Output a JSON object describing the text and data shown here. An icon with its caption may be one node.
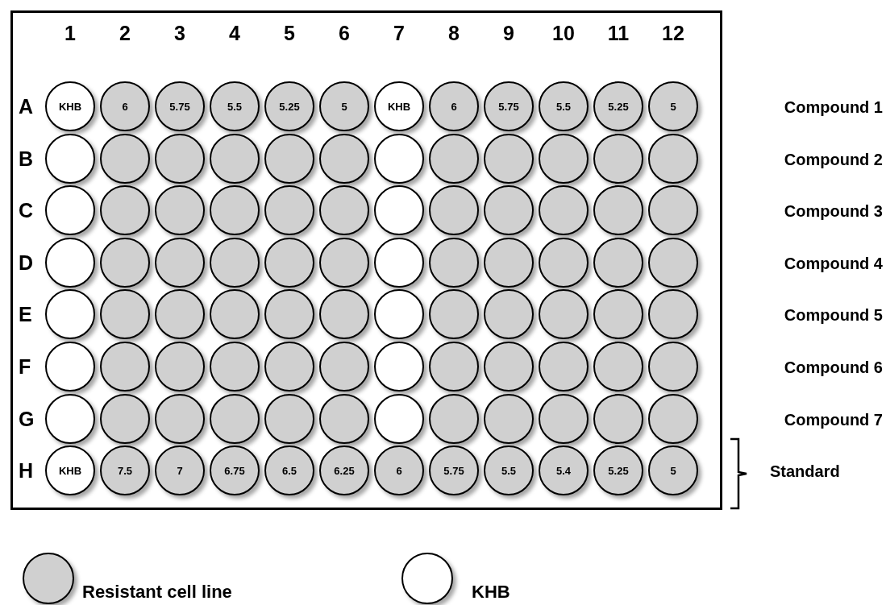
{
  "diagram": {
    "nodes": [
      {
        "text": [],
        "shape": "box"
      },
      {
        "text": [
          "KHB"
        ],
        "in": 0
      },
      {
        "text": [
          "6"
        ],
        "in": 0
      },
      {
        "text": [
          "5.75"
        ],
        "in": 0
      },
      {
        "text": [
          "5.5"
        ],
        "in": 0
      },
      {
        "text": [
          "5.25"
        ],
        "in": 0
      },
      {
        "text": [
          "5"
        ],
        "in": 0
      },
      {
        "text": [
          "KHB"
        ],
        "in": 0
      },
      {
        "text": [
          "6"
        ],
        "in": 0
      },
      {
        "text": [
          "5.75"
        ],
        "in": 0
      },
      {
        "text": [
          "5.5"
        ],
        "in": 0
      },
      {
        "text": [
          "5.25"
        ],
        "in": 0
      },
      {
        "text": [
          "5"
        ],
        "in": 0
      },
      {
        "text": [],
        "shape": "circle",
        "in": 0
      },
      {
        "text": [],
        "shape": "circle",
        "in": 0
      },
      {
        "text": [],
        "shape": "circle",
        "in": 0
      },
      {
        "text": [],
        "shape": "circle",
        "in": 0
      },
      {
        "text": [],
        "shape": "circle",
        "in": 0
      },
      {
        "text": [],
        "shape": "circle",
        "in": 0
      },
      {
        "text": [],
        "shape": "circle",
        "in": 0
      },
      {
        "text": [],
        "shape": "circle",
        "in": 0
      },
      {
        "text": [],
        "shape": "circle",
        "in": 0
      },
      {
        "text": [],
        "shape": "circle",
        "in": 0
      },
      {
        "text": [],
        "shape": "circle",
        "in": 0
      },
      {
        "text": [],
        "shape": "circle",
        "in": 0
      },
      {
        "text": [],
        "shape": "circle",
        "in": 0
      },
      {
        "text": [],
        "shape": "circle",
        "in": 0
      },
      {
        "text": [],
        "shape": "circle",
        "in": 0
      },
      {
        "text": [],
        "shape": "circle",
        "in": 0
      },
      {
        "text": [],
        "shape": "circle",
        "in": 0
      },
      {
        "text": [],
        "shape": "circle",
        "in": 0
      },
      {
        "text": [],
        "shape": "circle",
        "in": 0
      },
      {
        "text": [],
        "shape": "circle",
        "in": 0
      },
      {
        "text": [],
        "shape": "circle",
        "in": 0
      },
      {
        "text": [],
        "shape": "circle",
        "in": 0
      },
      {
        "text": [],
        "shape": "circle",
        "in": 0
      },
      {
        "text": [],
        "shape": "circle",
        "in": 0
      },
      {
        "text": [],
        "shape": "circle",
        "in": 0
      },
      {
        "text": [],
        "shape": "circle",
        "in": 0
      },
      {
        "text": [],
        "shape": "circle",
        "in": 0
      },
      {
        "text": [],
        "shape": "circle",
        "in": 0
      },
      {
        "text": [],
        "shape": "circle",
        "in": 0
      },
      {
        "text": [],
        "shape": "circle",
        "in": 0
      },
      {
        "text": [],
        "shape": "circle",
        "in": 0
      },
      {
        "text": [],
        "shape": "circle",
        "in": 0
      },
      {
        "text": [],
        "shape": "circle",
        "in": 0
      },
      {
        "text": [],
        "shape": "circle",
        "in": 0
      },
      {
        "text": [],
        "shape": "circle",
        "in": 0
      },
      {
        "text": [],
        "shape": "circle",
        "in": 0
      },
      {
        "text": [],
        "shape": "circle",
        "in": 0
      },
      {
        "text": [],
        "shape": "circle",
        "in": 0
      },
      {
        "text": [],
        "shape": "circle",
        "in": 0
      },
      {
        "text": [],
        "shape": "circle",
        "in": 0
      },
      {
        "text": [],
        "shape": "circle",
        "in": 0
      },
      {
        "text": [],
        "shape": "circle",
        "in": 0
      },
      {
        "text": [],
        "shape": "circle",
        "in": 0
      },
      {
        "text": [],
        "shape": "circle",
        "in": 0
      },
      {
        "text": [],
        "shape": "circle",
        "in": 0
      },
      {
        "text": [],
        "shape": "circle",
        "in": 0
      },
      {
        "text": [],
        "shape": "circle",
        "in": 0
      },
      {
        "text": [],
        "shape": "circle",
        "in": 0
      },
      {
        "text": [],
        "shape": "circle",
        "in": 0
      },
      {
        "text": [],
        "shape": "circle",
        "in": 0
      },
      {
        "text": [],
        "shape": "circle",
        "in": 0
      },
      {
        "text": [],
        "shape": "circle",
        "in": 0
      },
      {
        "text": [],
        "shape": "circle",
        "in": 0
      },
      {
        "text": [],
        "shape": "circle",
        "in": 0
      },
      {
        "text": [],
        "shape": "circle",
        "in": 0
      },
      {
        "text": [],
        "shape": "circle",
        "in": 0
      },
      {
        "text": [],
        "shape": "circle",
        "in": 0
      },
      {
        "text": [],
        "shape": "circle",
        "in": 0
      },
      {
        "text": [],
        "shape": "circle",
        "in": 0
      },
      {
        "text": [],
        "shape": "circle",
        "in": 0
      },
      {
        "text": [],
        "shape": "circle",
        "in": 0
      },
      {
        "text": [],
        "shape": "circle",
        "in": 0
      },
      {
        "text": [],
        "shape": "circle",
        "in": 0
      },
      {
        "text": [],
        "shape": "circle",
        "in": 0
      },
      {
        "text": [],
        "shape": "circle",
        "in": 0
      },
      {
        "text": [],
        "shape": "circle",
        "in": 0
      },
      {
        "text": [],
        "shape": "circle",
        "in": 0
      },
      {
        "text": [],
        "shape": "circle",
        "in": 0
      },
      {
        "text": [],
        "shape": "circle",
        "in": 0
      },
      {
        "text": [],
        "shape": "circle",
        "in": 0
      },
      {
        "text": [],
        "shape": "circle",
        "in": 0
      },
      {
        "text": [],
        "shape": "circle",
        "in": 0
      },
      {
        "text": [
          "KHB"
        ],
        "in": 0
      },
      {
        "text": [
          "7.5"
        ],
        "in": 0
      },
      {
        "text": [
          "7"
        ],
        "in": 0
      },
      {
        "text": [
          "6.75"
        ],
        "in": 0
      },
      {
        "text": [
          "6.5"
        ],
        "in": 0
      },
      {
        "text": [
          "6.25"
        ],
        "in": 0
      },
      {
        "text": [
          "6"
        ],
        "in": 0
      },
      {
        "text": [
          "5.75"
        ],
        "in": 0
      },
      {
        "text": [
          "5.5"
        ],
        "in": 0
      },
      {
        "text": [
          "5.4"
        ],
        "in": 0
      },
      {
        "text": [
          "5.25"
        ],
        "in": 0
      },
      {
        "text": [
          "5"
        ],
        "in": 0
      }
    ],
    "edges": [],
    "labels": [
      "1",
      "2",
      "3",
      "4",
      "5",
      "6",
      "7",
      "8",
      "9",
      "10",
      "11",
      "12",
      "A",
      "Compound 1",
      "B",
      "Compound 2",
      "C",
      "Compound 3",
      "D",
      "Compound 4",
      "E",
      "Compound 5",
      "F",
      "Compound 6",
      "G",
      "Compound 7",
      "H",
      "Standard"
    ],
    "legend": [
      {
        "text": "Resistant cell line",
        "color": "#d0d0d0"
      },
      {
        "text": "KHB",
        "color": "#ffffff"
      }
    ]
  }
}
